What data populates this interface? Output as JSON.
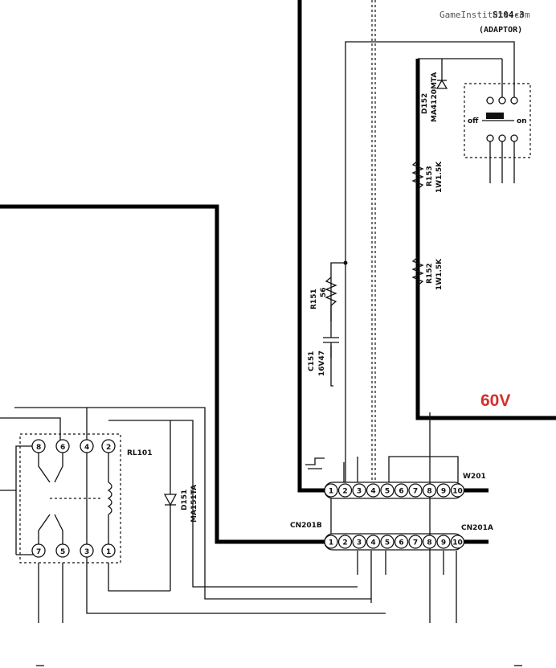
{
  "watermark": "GameInstitute.com",
  "switch": {
    "ref": "S104-3",
    "name": "(ADAPTOR)",
    "pos_off": "off",
    "pos_on": "on"
  },
  "diode_d152": {
    "ref": "D152",
    "part": "MA4120MTA"
  },
  "r153": {
    "ref": "R153",
    "value": "1W1.5K"
  },
  "r152": {
    "ref": "R152",
    "value": "1W1.5K"
  },
  "r151": {
    "ref": "R151",
    "value": "56"
  },
  "c151": {
    "ref": "C151",
    "value": "16V47"
  },
  "voltage_label": {
    "text": "60V",
    "color": "#d32f2f"
  },
  "relay": {
    "ref": "RL101",
    "pins": [
      "8",
      "6",
      "4",
      "2",
      "7",
      "5",
      "3",
      "1"
    ]
  },
  "diode_d151": {
    "ref": "D151",
    "part": "MA151TA"
  },
  "connector_b": {
    "ref": "CN201B"
  },
  "connector_a": {
    "ref": "CN201A"
  },
  "wire": {
    "ref": "W201"
  },
  "connector_pins": [
    "1",
    "2",
    "3",
    "4",
    "5",
    "6",
    "7",
    "8",
    "9",
    "10"
  ]
}
